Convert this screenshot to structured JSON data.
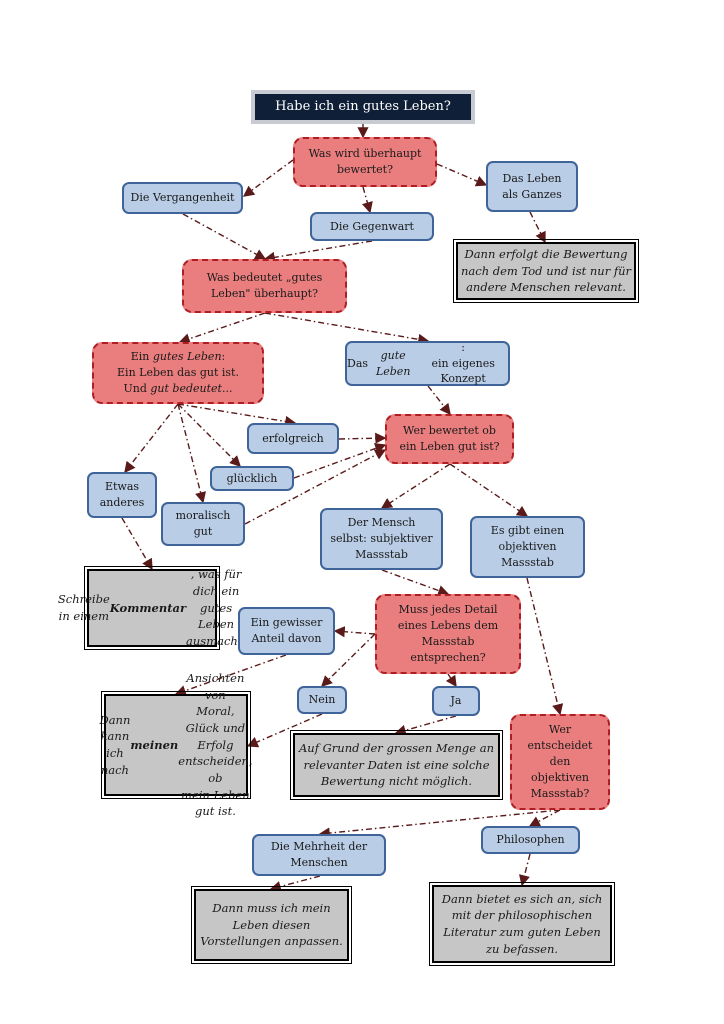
{
  "title": "Habe ich ein gutes Leben?",
  "nodes": {
    "q_was_bewertet": "Was wird überhaupt\nbewertet?",
    "vergangenheit": "Die Vergangenheit",
    "gegenwart": "Die Gegenwart",
    "leben_ganzes": "Das Leben\nals Ganzes",
    "dann_tod": "Dann erfolgt die Bewertung\nnach dem Tod und ist nur für\nandere Menschen relevant.",
    "q_gutes_leben": "Was bedeutet „gutes\nLeben\" überhaupt?",
    "ein_gutes_leben": "Ein gutes Leben:\nEin Leben das gut ist.\nUnd gut bedeutet...",
    "das_gute_leben": "Das gute Leben:\nein eigenes Konzept",
    "erfolgreich": "erfolgreich",
    "gluecklich": "glücklich",
    "moralisch_gut": "moralisch\ngut",
    "etwas_anderes": "Etwas\nanderes",
    "kommentar": "Schreibe in einem\nKommentar, was für\ndich ein gutes\nLeben ausmacht.",
    "q_wer_bewertet": "Wer bewertet ob\nein Leben gut ist?",
    "mensch_selbst": "Der Mensch\nselbst: subjektiver\nMassstab",
    "objektiver": "Es gibt einen\nobjektiven\nMassstab",
    "q_detail": "Muss jedes Detail\neines Lebens dem\nMassstab\nentsprechen?",
    "anteil": "Ein gewisser\nAnteil davon",
    "nein": "Nein",
    "ja": "Ja",
    "meinen_ansichten": "Dann kann ich nach\nmeinen Ansichten von\nMoral, Glück und\nErfolg entscheiden, ob\nmein Leben gut ist.",
    "grund_menge": "Auf Grund der grossen Menge an\nrelevanter Daten ist eine solche\nBewertung nicht möglich.",
    "q_wer_entscheidet": "Wer\nentscheidet\nden\nobjektiven\nMassstab?",
    "mehrheit": "Die Mehrheit der\nMenschen",
    "philosophen": "Philosophen",
    "anpassen": "Dann muss ich mein\nLeben diesen\nVorstellungen anpassen.",
    "literatur": "Dann bietet es sich an, sich\nmit der philosophischen\nLiteratur zum guten Leben\nzu befassen."
  },
  "colors": {
    "question_fill": "#ea7e7e",
    "question_border": "#b01e24",
    "answer_fill": "#b9cde6",
    "answer_border": "#3f6499",
    "conclusion_fill": "#c6c6c6",
    "title_fill": "#0f1f38",
    "arrow": "#5a1a1a"
  }
}
